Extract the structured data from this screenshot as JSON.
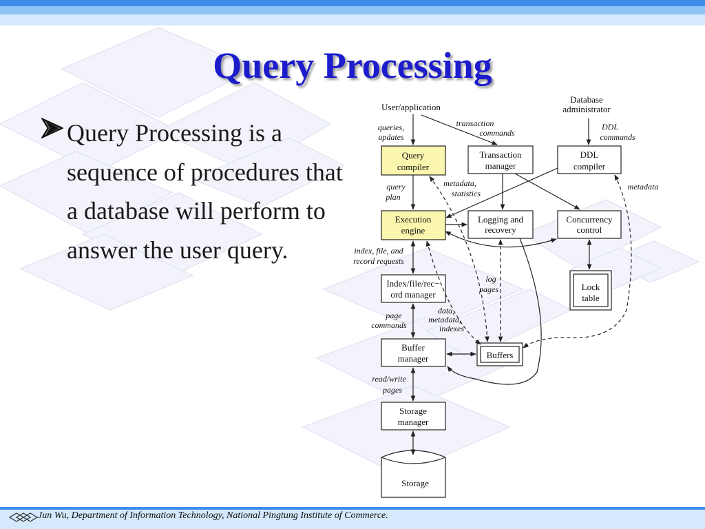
{
  "slide": {
    "title": "Query Processing",
    "bullet": "Query Processing is a sequence of procedures that a database will perform to answer the user query.",
    "footer": "Jun Wu, Department of Information Technology, National Pingtung Institute of Commerce."
  },
  "diagram": {
    "actors": {
      "user": "User/application",
      "dba_line1": "Database",
      "dba_line2": "administrator"
    },
    "boxes": {
      "query_compiler": [
        "Query",
        "compiler"
      ],
      "transaction_manager": [
        "Transaction",
        "manager"
      ],
      "ddl_compiler": [
        "DDL",
        "compiler"
      ],
      "execution_engine": [
        "Execution",
        "engine"
      ],
      "logging_recovery": [
        "Logging and",
        "recovery"
      ],
      "concurrency_control": [
        "Concurrency",
        "control"
      ],
      "index_manager": [
        "Index/file/rec−",
        "ord manager"
      ],
      "lock_table": [
        "Lock",
        "table"
      ],
      "buffer_manager": [
        "Buffer",
        "manager"
      ],
      "buffers": "Buffers",
      "storage_manager": [
        "Storage",
        "manager"
      ],
      "storage": "Storage"
    },
    "edge_labels": {
      "queries_updates": [
        "queries,",
        "updates"
      ],
      "transaction_commands": [
        "transaction",
        "commands"
      ],
      "ddl_commands": [
        "DDL",
        "commands"
      ],
      "query_plan": [
        "query",
        "plan"
      ],
      "metadata_statistics": [
        "metadata,",
        "statistics"
      ],
      "metadata": "metadata",
      "index_requests": [
        "index, file, and",
        "record requests"
      ],
      "log_pages": [
        "log",
        "pages"
      ],
      "page_commands": [
        "page",
        "commands"
      ],
      "data_metadata_indexes": [
        "data,",
        "metadata,",
        "indexes"
      ],
      "read_write_pages": [
        "read/write",
        "pages"
      ]
    },
    "colors": {
      "highlight_fill": "#fbf6ae",
      "title": "#1c1ccc",
      "accent_bar": "#3d8ee8"
    }
  }
}
